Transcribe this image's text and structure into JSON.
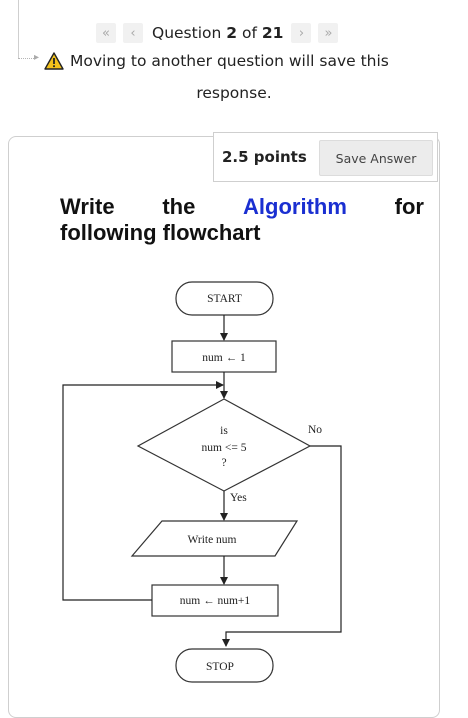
{
  "navigation": {
    "first_icon": "double-left-chevron",
    "prev_icon": "left-chevron",
    "next_icon": "right-chevron",
    "last_icon": "double-right-chevron",
    "first_glyph": "«",
    "prev_glyph": "‹",
    "next_glyph": "›",
    "last_glyph": "»",
    "question_prefix": "Question ",
    "current": "2",
    "of_label": " of ",
    "total": "21"
  },
  "warning": {
    "icon": "warning-triangle-icon",
    "line1": "Moving to another question will save this",
    "line2": "response."
  },
  "question": {
    "points": "2.5 points",
    "save_label": "Save Answer",
    "prompt_words": [
      "Write",
      "the",
      "Algorithm",
      "for"
    ],
    "prompt_line2": "following flowchart",
    "highlight_color": "#1a2fd1"
  },
  "flowchart": {
    "start": "START",
    "init": "num ← 1",
    "decision_line1": "is",
    "decision_line2": "num <= 5",
    "decision_line3": "?",
    "yes_label": "Yes",
    "no_label": "No",
    "output": "Write num",
    "increment": "num ← num+1",
    "stop": "STOP"
  }
}
